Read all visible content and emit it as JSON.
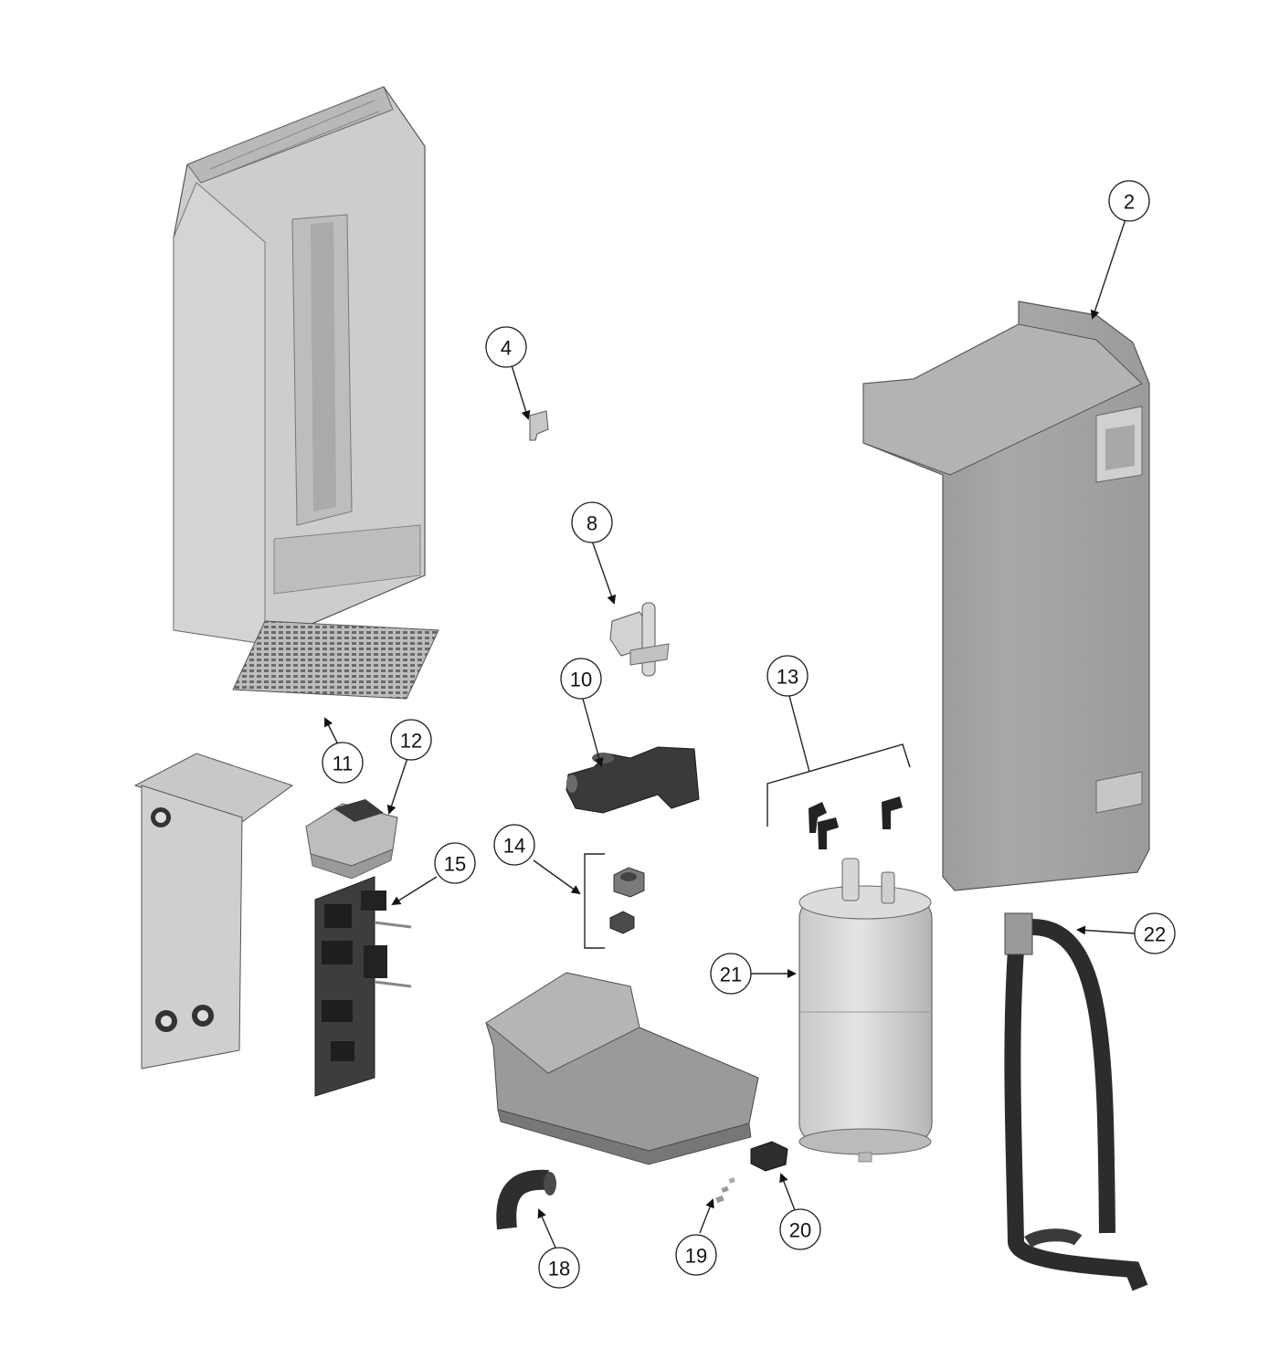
{
  "diagram": {
    "callouts": [
      {
        "id": "2",
        "label": "2"
      },
      {
        "id": "4",
        "label": "4"
      },
      {
        "id": "8",
        "label": "8"
      },
      {
        "id": "10",
        "label": "10"
      },
      {
        "id": "11",
        "label": "11"
      },
      {
        "id": "12",
        "label": "12"
      },
      {
        "id": "13",
        "label": "13"
      },
      {
        "id": "14",
        "label": "14"
      },
      {
        "id": "15",
        "label": "15"
      },
      {
        "id": "18",
        "label": "18"
      },
      {
        "id": "19",
        "label": "19"
      },
      {
        "id": "20",
        "label": "20"
      },
      {
        "id": "21",
        "label": "21"
      },
      {
        "id": "22",
        "label": "22"
      }
    ],
    "colors": {
      "light_part": "#c9c9c9",
      "mid_part": "#9a9a9a",
      "dark_part": "#3a3a3a",
      "line": "#222222"
    }
  }
}
